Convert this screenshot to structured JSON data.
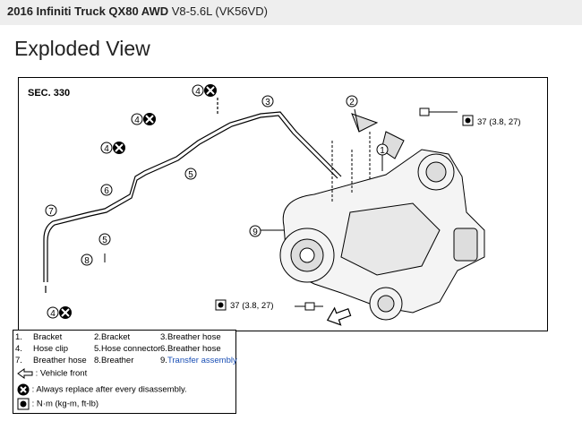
{
  "header": {
    "vehicle": "2016 Infiniti Truck QX80 AWD",
    "engine": "V8-5.6L (VK56VD)"
  },
  "page_title": "Exploded View",
  "diagram": {
    "section": "SEC. 330",
    "torque_top": "37 (3.8, 27)",
    "torque_bottom": "37 (3.8, 27)",
    "callout_4": "4",
    "callouts": [
      "1",
      "2",
      "3",
      "5",
      "5",
      "6",
      "7",
      "8",
      "9"
    ]
  },
  "legend": {
    "items": [
      {
        "num": "1.",
        "label": "Bracket"
      },
      {
        "num": "2.",
        "label": "Bracket"
      },
      {
        "num": "3.",
        "label": "Breather hose"
      },
      {
        "num": "4.",
        "label": "Hose clip"
      },
      {
        "num": "5.",
        "label": "Hose connector"
      },
      {
        "num": "6.",
        "label": "Breather hose"
      },
      {
        "num": "7.",
        "label": "Breather hose"
      },
      {
        "num": "8.",
        "label": "Breather"
      },
      {
        "num": "9.",
        "label": "Transfer assembly"
      }
    ],
    "vehicle_front": ": Vehicle front",
    "always_replace": ": Always replace after every disassembly.",
    "torque_units": ": N·m (kg-m, ft-lb)"
  },
  "colors": {
    "link": "#1a4fb5",
    "topbar_bg": "#eeeeee"
  }
}
